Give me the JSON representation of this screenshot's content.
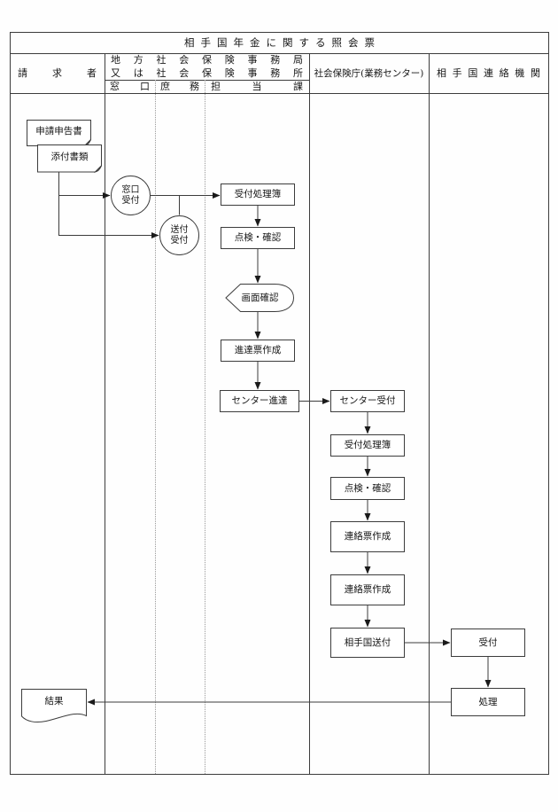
{
  "title": "相手国年金に関する照会票",
  "header": {
    "claimant": "請求者",
    "regional_bureau_line1": "地方社会保険事務局",
    "regional_bureau_line2": "又は社会保険事務所",
    "sub_columns": {
      "window": "窓口",
      "general_affairs": "庶務",
      "charge_section": "担当課"
    },
    "agency_center": "社会保険庁(業務センター)",
    "partner_org": "相手国連絡機関"
  },
  "nodes": {
    "application_doc": "申請申告書",
    "attached_docs": "添付書類",
    "window_reception": {
      "line1": "窓口",
      "line2": "受付"
    },
    "mail_reception": {
      "line1": "送付",
      "line2": "受付"
    },
    "reception_ledger_local": "受付処理簿",
    "check_confirm_local": "点検・確認",
    "screen_confirm": "画面確認",
    "forwarding_slip_create": "進達票作成",
    "center_forwarding": "センター進達",
    "center_reception": "センター受付",
    "reception_ledger_center": "受付処理簿",
    "check_confirm_center": "点検・確認",
    "contact_slip_create_1": "連絡票作成",
    "contact_slip_create_2": "連絡票作成",
    "partner_country_send": "相手国送付",
    "reception_partner": "受付",
    "processing_partner": "処理",
    "result_doc": "結果"
  },
  "colors": {
    "line": "#3c3c3c",
    "dotted_divider": "#9a9a9a",
    "text": "#161616",
    "background": "#fefefe"
  }
}
